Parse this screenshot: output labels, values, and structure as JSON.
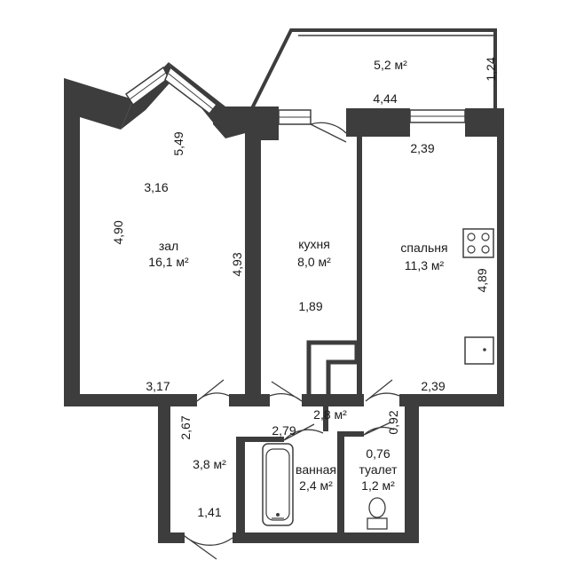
{
  "rooms": {
    "balcony": {
      "area": "5,2 м²"
    },
    "hall": {
      "name": "зал",
      "area": "16,1 м²"
    },
    "kitchen": {
      "name": "кухня",
      "area": "8,0 м²"
    },
    "bedroom": {
      "name": "спальня",
      "area": "11,3 м²"
    },
    "corridor": {
      "area": "2,8 м²"
    },
    "entry": {
      "area": "3,8 м²"
    },
    "bathroom": {
      "name": "ванная",
      "area": "2,4 м²"
    },
    "toilet": {
      "name": "туалет",
      "area": "1,2 м²"
    }
  },
  "dimensions": {
    "balcony_width": "4,44",
    "balcony_depth": "1,24",
    "hall_diag": "5,49",
    "hall_width_top": "3,16",
    "hall_height": "4,90",
    "hall_width_bottom": "3,17",
    "kitchen_height": "4,93",
    "kitchen_width": "1,89",
    "bedroom_width_top": "2,39",
    "bedroom_height": "4,89",
    "bedroom_width_bottom": "2,39",
    "entry_height": "2,67",
    "entry_width": "1,41",
    "bath_width": "2,79",
    "toilet_height": "0,92",
    "toilet_width": "0,76"
  }
}
